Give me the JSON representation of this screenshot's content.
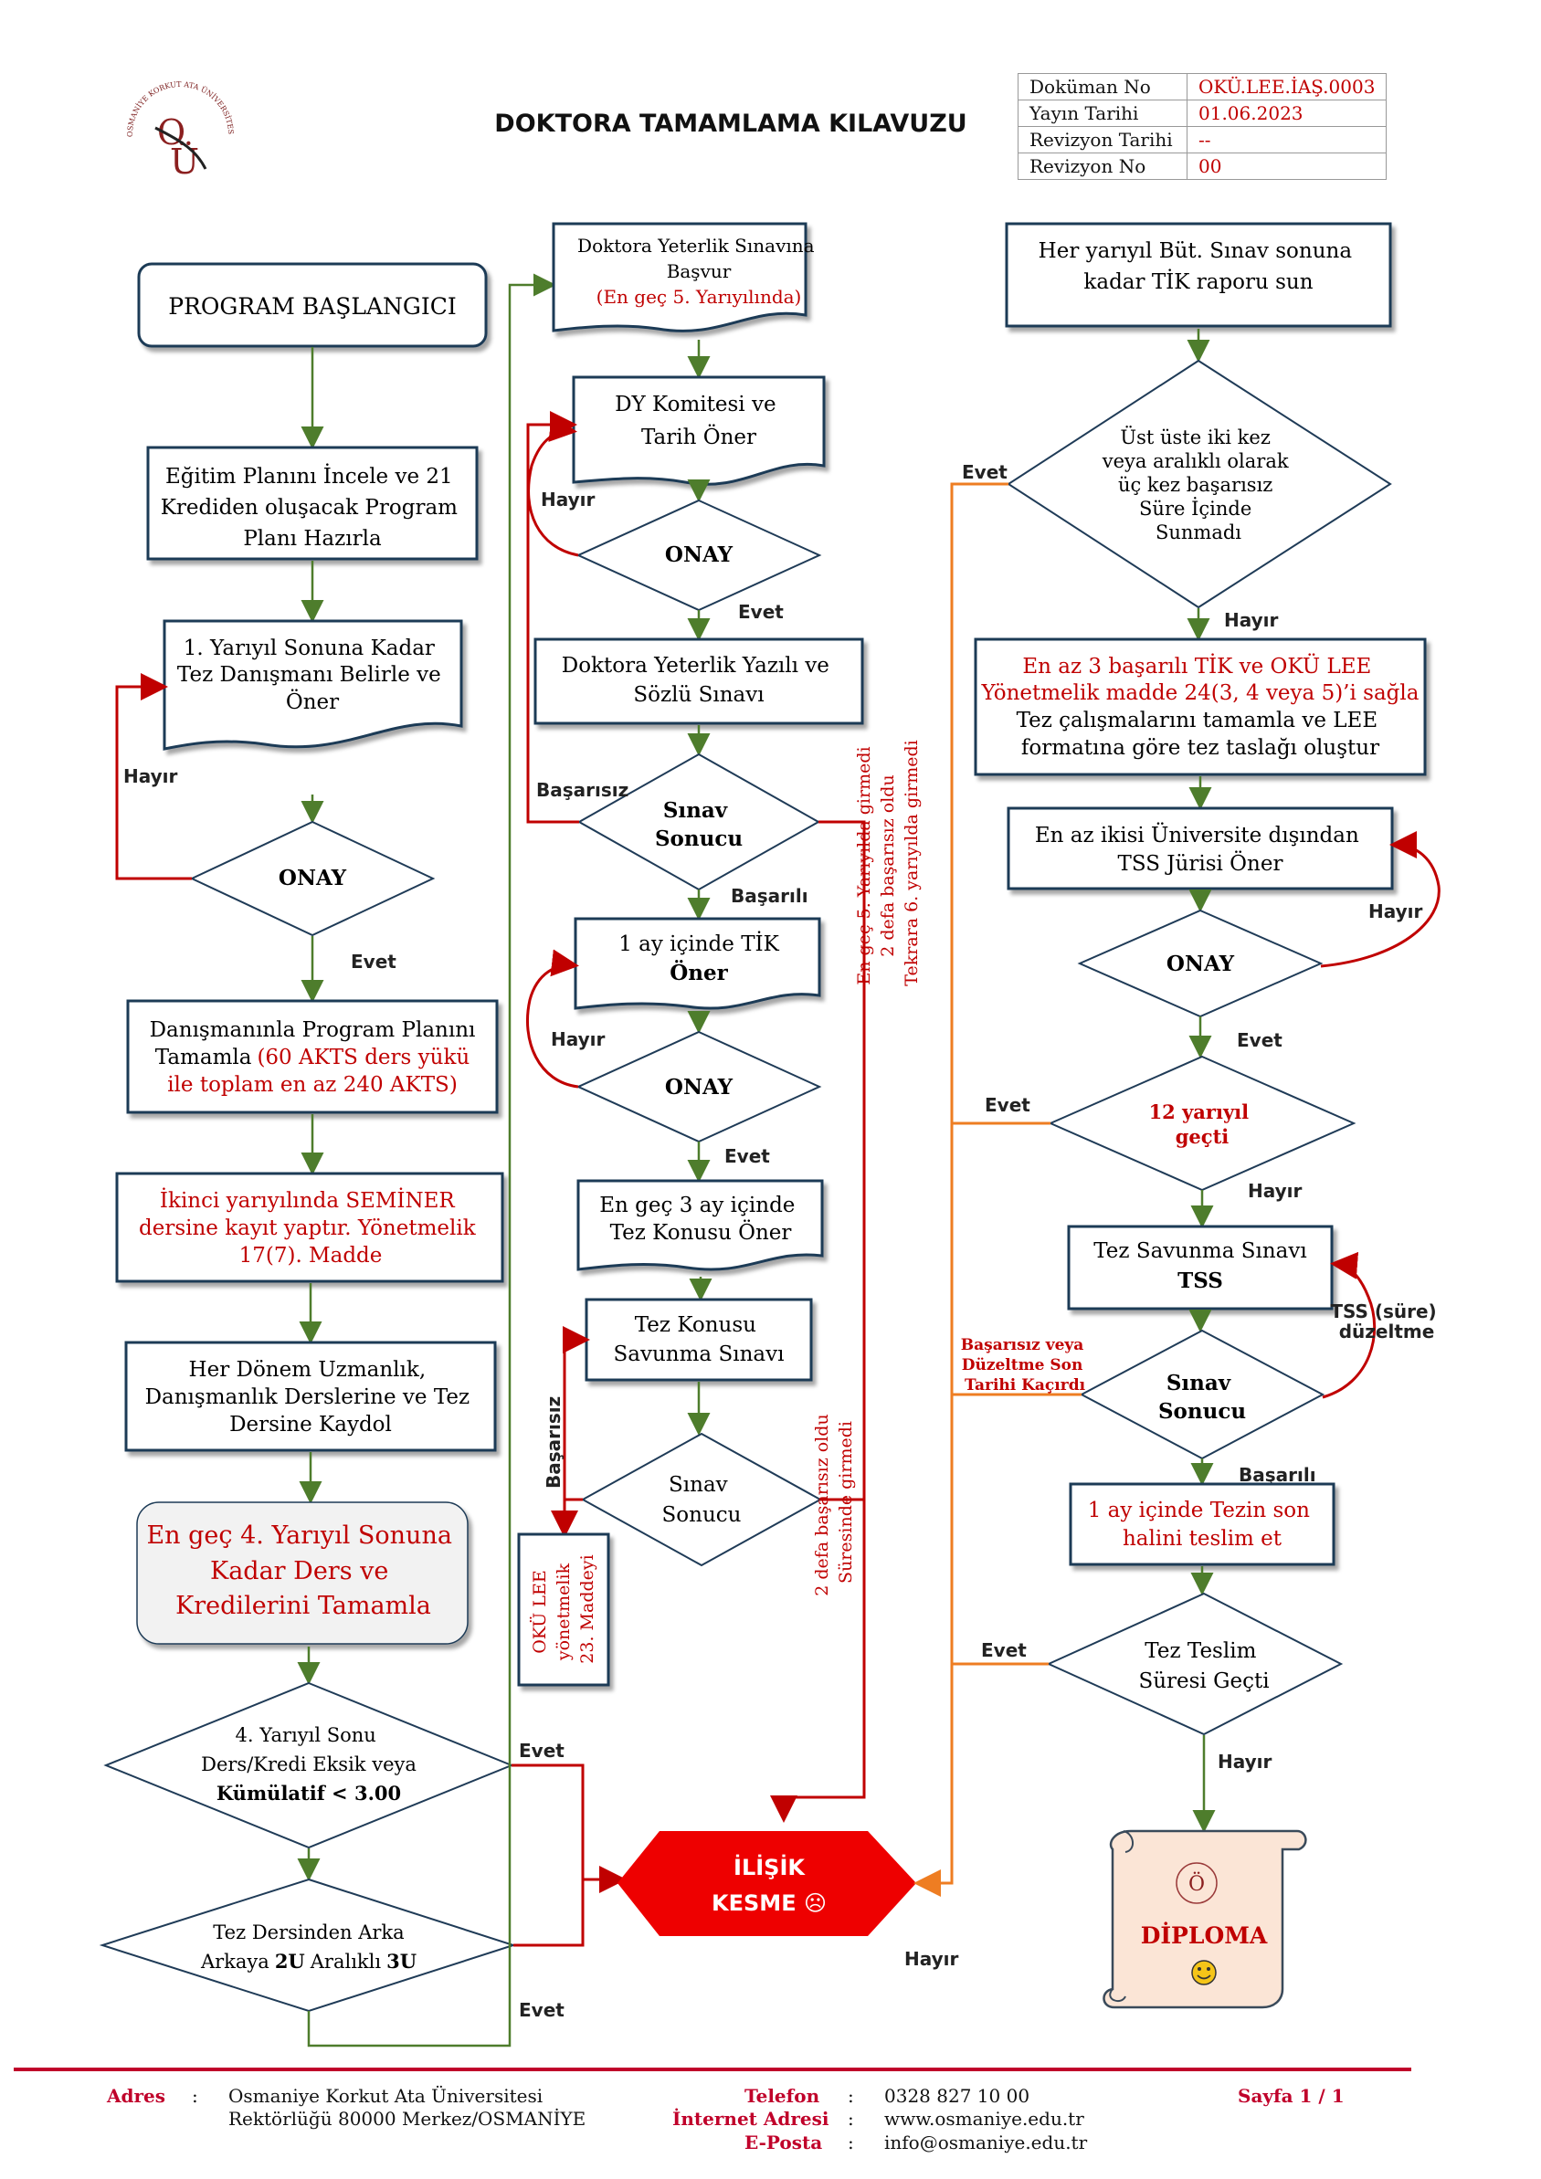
{
  "header": {
    "title": "DOKTORA TAMAMLAMA KILAVUZU",
    "logo_text": "OSMANİYE KORKUT ATA ÜNİVERSİTESİ",
    "meta": [
      {
        "key": "Doküman No",
        "value": "OKÜ.LEE.İAŞ.0003"
      },
      {
        "key": "Yayın Tarihi",
        "value": "01.06.2023"
      },
      {
        "key": "Revizyon Tarihi",
        "value": "--"
      },
      {
        "key": "Revizyon No",
        "value": "00"
      }
    ]
  },
  "col1": {
    "start": "PROGRAM BAŞLANGICI",
    "plan": [
      "Eğitim Planını İncele ve 21",
      "Krediden oluşacak Program",
      "Planı Hazırla"
    ],
    "advisor": [
      "1. Yarıyıl Sonuna Kadar",
      "Tez Danışmanı Belirle ve",
      "Öner"
    ],
    "onay": "ONAY",
    "complete": [
      "Danışmanınla Program Planını",
      "Tamamla",
      "(60 AKTS ders yükü",
      "ile toplam en az 240 AKTS)"
    ],
    "seminar": [
      "İkinci yarıyılında SEMİNER",
      "dersine kayıt yaptır. Yönetmelik",
      "17(7). Madde"
    ],
    "enroll": [
      "Her Dönem Uzmanlık,",
      "Danışmanlık Derslerine ve Tez",
      "Dersine Kaydol"
    ],
    "finish": [
      "En geç 4. Yarıyıl Sonuna",
      "Kadar Ders ve",
      "Kredilerini Tamamla"
    ],
    "check4": [
      "4. Yarıyıl Sonu",
      "Ders/Kredi Eksik veya",
      "Kümülatif < 3.00"
    ],
    "thesis": [
      "Tez Dersinden Arka",
      "Arkaya",
      "2U",
      "Aralıklı",
      "3U"
    ]
  },
  "col2": {
    "apply": [
      "Doktora Yeterlik Sınavına",
      "Başvur",
      "(En geç 5. Yarıyılında)"
    ],
    "committee": [
      "DY Komitesi ve",
      "Tarih Öner"
    ],
    "onay": "ONAY",
    "exam": [
      "Doktora Yeterlik Yazılı ve",
      "Sözlü Sınavı"
    ],
    "result": [
      "Sınav",
      "Sonucu"
    ],
    "tik": [
      "1 ay içinde TİK",
      "Öner"
    ],
    "topic": [
      "En geç 3 ay içinde",
      "Tez Konusu Öner"
    ],
    "defense": [
      "Tez Konusu",
      "Savunma Sınavı"
    ],
    "result2": [
      "Sınav",
      "Sonucu"
    ],
    "rule": [
      "OKÜ LEE",
      "yönetmelik",
      "23. Maddeyi"
    ],
    "note1": [
      "En geç 5. Yarıyılda girmedi",
      "2 defa başarısız oldu",
      "Tekrara 6. yarıyılda girmedi"
    ],
    "note2": [
      "2 defa başarısız oldu",
      "Süresinde girmedi"
    ]
  },
  "col3": {
    "report": [
      "Her yarıyıl Büt. Sınav sonuna",
      "kadar TİK raporu sun"
    ],
    "fail_check": [
      "Üst üste iki kez",
      "veya aralıklı olarak",
      "üç kez başarısız",
      "Süre İçinde",
      "Sunmadı"
    ],
    "requirement": [
      "En az 3 başarılı TİK ve OKÜ LEE",
      "Yönetmelik madde 24(3, 4 veya 5)’i sağla",
      "Tez çalışmalarını tamamla ve LEE",
      "formatına göre tez taslağı oluştur"
    ],
    "jury": [
      "En az ikisi Üniversite dışından",
      "TSS Jürisi Öner"
    ],
    "onay": "ONAY",
    "twelve": [
      "12 yarıyıl",
      "geçti"
    ],
    "tss": [
      "Tez Savunma Sınavı",
      "TSS"
    ],
    "result": [
      "Sınav",
      "Sonucu"
    ],
    "submit": [
      "1 ay içinde Tezin son",
      "halini teslim et"
    ],
    "deadline": [
      "Tez Teslim",
      "Süresi Geçti"
    ],
    "diploma": "DİPLOMA",
    "fail_note": [
      "Başarısız veya",
      "Düzeltme Son",
      "Tarihi Kaçırdı"
    ],
    "tss_fix": [
      "TSS (süre)",
      "düzeltme"
    ]
  },
  "terminal": {
    "line1": "İLİŞİK",
    "line2": "KESME ☹"
  },
  "labels": {
    "hayir": "Hayır",
    "evet": "Evet",
    "basarisiz": "Başarısız",
    "basarili": "Başarılı"
  },
  "footer": {
    "address_label": "Adres",
    "address": [
      "Osmaniye Korkut Ata Üniversitesi",
      "Rektörlüğü 80000 Merkez/OSMANİYE"
    ],
    "phone_label": "Telefon",
    "phone": "0328 827 10 00",
    "web_label": "İnternet Adresi",
    "web": "www.osmaniye.edu.tr",
    "email_label": "E-Posta",
    "email": "info@osmaniye.edu.tr",
    "page": "Sayfa 1 / 1",
    "sep": ":"
  },
  "colors": {
    "node_border": "#1f3b57",
    "green": "#4e7d2c",
    "red": "#c00000",
    "orange": "#ee7d22",
    "terminal": "#ee0000"
  }
}
